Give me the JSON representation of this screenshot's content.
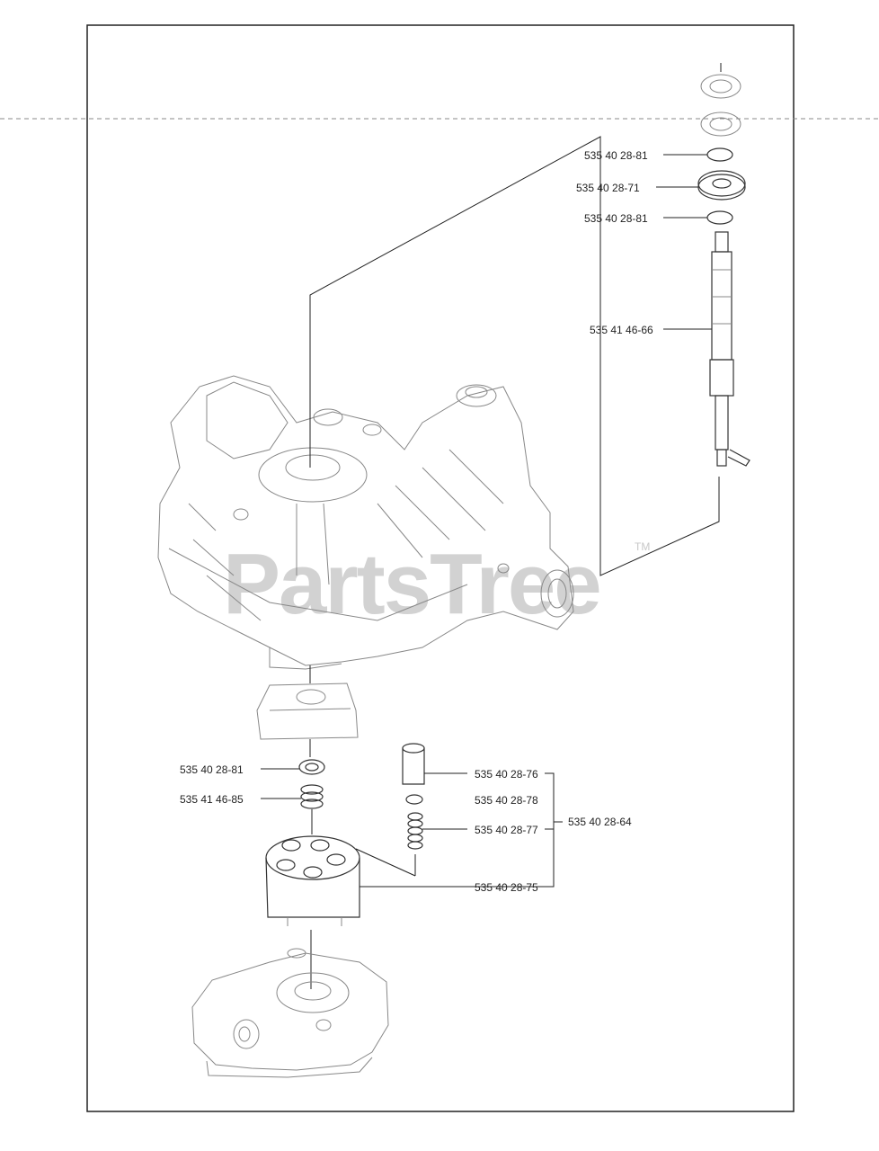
{
  "watermark": {
    "text": "PartsTree",
    "tm": "TM"
  },
  "callouts": {
    "snap_ring_top": "535 40 28-81",
    "bearing": "535 40 28-71",
    "snap_ring_lower": "535 40 28-81",
    "input_shaft": "535 41 46-66",
    "snap_ring_cylinder": "535 40 28-81",
    "spring_cylinder": "535 41 46-85",
    "piston": "535 40 28-76",
    "washer": "535 40 28-78",
    "piston_spring": "535 40 28-77",
    "cylinder_block": "535 40 28-75",
    "kit": "535 40 28-64"
  }
}
